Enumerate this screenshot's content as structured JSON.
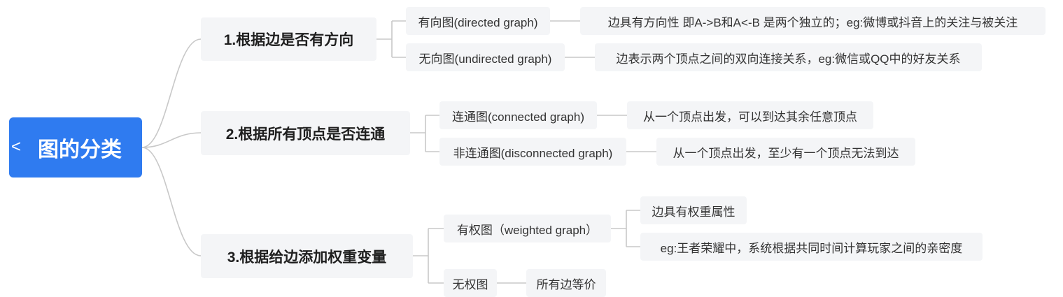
{
  "root": {
    "label": "图的分类",
    "collapse_icon": "<"
  },
  "branches": [
    {
      "label": "1.根据边是否有方向",
      "children": [
        {
          "label": "有向图(directed graph)",
          "details": [
            "边具有方向性   即A->B和A<-B 是两个独立的；eg:微博或抖音上的关注与被关注"
          ]
        },
        {
          "label": "无向图(undirected graph)",
          "details": [
            "边表示两个顶点之间的双向连接关系，eg:微信或QQ中的好友关系"
          ]
        }
      ]
    },
    {
      "label": "2.根据所有顶点是否连通",
      "children": [
        {
          "label": "连通图(connected graph)",
          "details": [
            "从一个顶点出发，可以到达其余任意顶点"
          ]
        },
        {
          "label": "非连通图(disconnected graph)",
          "details": [
            "从一个顶点出发，至少有一个顶点无法到达"
          ]
        }
      ]
    },
    {
      "label": "3.根据给边添加权重变量",
      "children": [
        {
          "label": "有权图（weighted graph）",
          "details": [
            "边具有权重属性",
            "eg:王者荣耀中，系统根据共同时间计算玩家之间的亲密度"
          ]
        },
        {
          "label": "无权图",
          "details": [
            "所有边等价"
          ]
        }
      ]
    }
  ],
  "colors": {
    "root_bg": "#2f7bf0",
    "node_bg": "#f4f5f7",
    "connector": "#c8c8c8"
  }
}
